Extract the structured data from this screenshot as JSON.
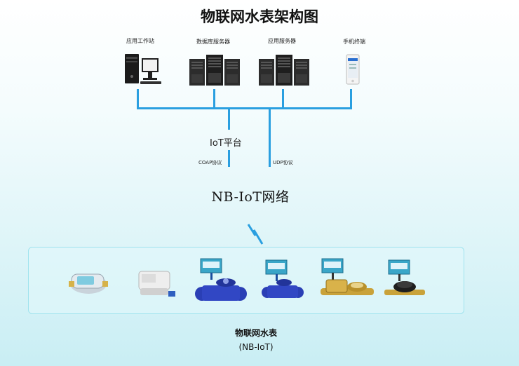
{
  "title": "物联网水表架构图",
  "servers": [
    {
      "label": "应用工作站",
      "icon": "workstation-icon"
    },
    {
      "label": "数据库服务器",
      "icon": "database-server-icon"
    },
    {
      "label": "应用服务器",
      "icon": "app-server-icon"
    },
    {
      "label": "手机终端",
      "icon": "mobile-phone-icon"
    }
  ],
  "platform": "IoT平台",
  "protocols": {
    "left": "COAP协议",
    "right": "UDP协议"
  },
  "network": "NB-IoT网络",
  "signal_icon": "lightning-signal-icon",
  "meters": [
    {
      "icon": "compact-meter-icon"
    },
    {
      "icon": "white-valve-meter-icon"
    },
    {
      "icon": "large-flange-meter-icon"
    },
    {
      "icon": "flange-meter-icon"
    },
    {
      "icon": "brass-meter-icon"
    },
    {
      "icon": "black-meter-icon"
    }
  ],
  "footer": {
    "title": "物联网水表",
    "subtitle": "(NB-IoT)"
  },
  "colors": {
    "line": "#2a9fe0",
    "box_border": "#9fe3ee",
    "meter_blue": "#2a3fb5",
    "brass": "#c9a23a"
  }
}
